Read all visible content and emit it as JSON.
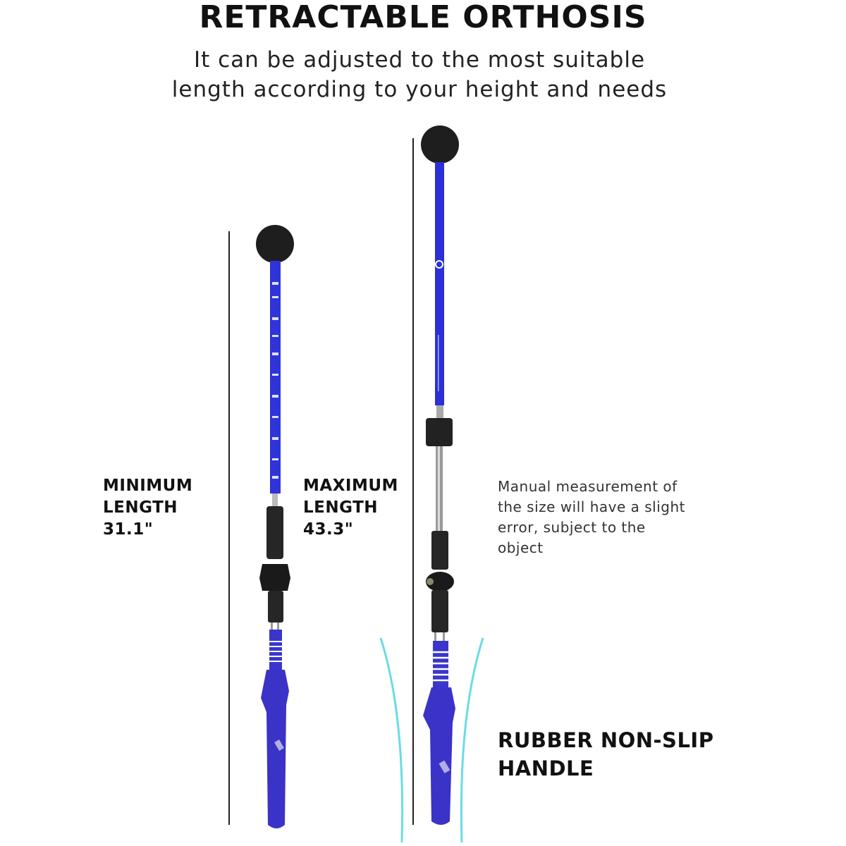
{
  "header": {
    "title": "RETRACTABLE ORTHOSIS",
    "subtitle_lines": [
      "It can be adjusted to the most suitable",
      "length according to your height and needs"
    ]
  },
  "minimum": {
    "line1": "MINIMUM",
    "line2": "LENGTH",
    "value": "31.1\""
  },
  "maximum": {
    "line1": "MAXIMUM",
    "line2": "LENGTH",
    "value": "43.3\""
  },
  "note": {
    "lines": [
      "Manual measurement of",
      "the size will have a slight",
      "error, subject to the",
      "object"
    ]
  },
  "handle": {
    "line1": "RUBBER NON-SLIP",
    "line2": "HANDLE"
  },
  "colors": {
    "shaft_blue": "#2b2fd6",
    "grip_blue": "#3a2fc4",
    "ball_black": "#1c1c1c",
    "accent_cyan": "#4fd6e0",
    "text": "#111111"
  }
}
